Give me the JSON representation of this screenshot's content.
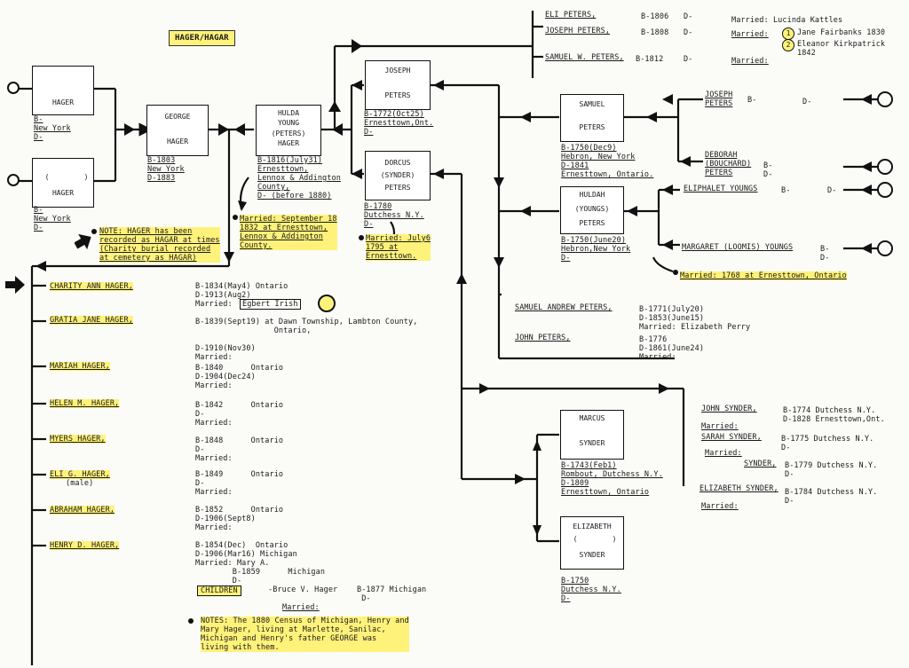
{
  "title": "HAGER/HAGAR",
  "boxes": {
    "hager1": [
      "HAGER"
    ],
    "hager2": [
      "(",
      ")",
      "HAGER"
    ],
    "george": [
      "GEORGE",
      "HAGER"
    ],
    "hulda": [
      "HULDA",
      "YOUNG",
      "(PETERS)",
      "HAGER"
    ],
    "joseph": [
      "JOSEPH",
      "PETERS"
    ],
    "dorcus": [
      "DORCUS",
      "(SYNDER)",
      "PETERS"
    ],
    "samuel": [
      "SAMUEL",
      "PETERS"
    ],
    "huldah": [
      "HULDAH",
      "(YOUNGS)",
      "PETERS"
    ],
    "marcus": [
      "MARCUS",
      "SYNDER"
    ],
    "elizabeth": [
      "ELIZABETH",
      "(",
      ")",
      "SYNDER"
    ]
  },
  "texts": {
    "hager1_info": "B-\nNew York\nD-",
    "hager2_info": "B-\nNew York\nD-",
    "george_info": "B-1803\nNew York\nD-1883",
    "hulda_info": "B-1816(July31)\nErnesttown,\nLennox & Addington\nCounty,\nD- (before 1880)",
    "hulda_married": "Married: September 18\n1832 at Ernesttown,\nLennox & Addington\nCounty.",
    "joseph_info": "B-1772(Oct25)\nErnesttown,Ont.\nD-",
    "dorcus_info": "B-1780\nDutchess N.Y.\nD-",
    "dorcus_married": "Married: July6\n1795 at\nErnesttown.",
    "samuel_info": "B-1750(Dec9)\nHebron, New York\nD-1841\nErnesttown, Ontario.",
    "huldah_info": "B-1750(June20)\nHebron,New York\nD-",
    "huldah_married": "Married: 1768 at Ernesttown, Ontario",
    "marcus_info": "B-1743(Feb1)\nRombout, Dutchess N.Y.\nD-1809\nErnesttown, Ontario",
    "elizabeth_info": "B-1750\nDutchess N.Y.\nD-",
    "note": "NOTE: HAGER has been\nrecorded as HAGAR at times\n(Charity burial recorded\nat cemetery as HAGAR)",
    "eli_peters": "ELI PETERS,",
    "eli_b": "B-1806",
    "eli_d": "D-",
    "eli_married": "Married: Lucinda Kattles",
    "joseph_peters": "JOSEPH PETERS,",
    "joseph_b": "B-1808",
    "joseph_d": "D-",
    "joseph_married": "Married:",
    "spouse1": "Jane Fairbanks 1830",
    "spouse2": "Eleanor Kirkpatrick\n1842",
    "samuel_w": "SAMUEL W. PETERS,",
    "samuel_w_b": "B-1812",
    "samuel_w_d": "D-",
    "samuel_w_married": "Married:",
    "joseph_peters_box": "JOSEPH\nPETERS",
    "joseph_peters_box_b": "B-",
    "joseph_peters_box_d": "D-",
    "deborah": "DEBORAH\n(BOUCHARD)\nPETERS",
    "deborah_bd": "B-\nD-",
    "eliphalet": "ELIPHALET YOUNGS",
    "eliphalet_b": "B-",
    "eliphalet_d": "D-",
    "margaret": "MARGARET (LOOMIS) YOUNGS",
    "margaret_bd": "B-\nD-",
    "samuel_andrew": "SAMUEL ANDREW PETERS,",
    "samuel_andrew_info": "B-1771(July20)\nD-1853(June15)\nMarried: Elizabeth Perry",
    "john_peters": "JOHN PETERS,",
    "john_peters_info": "B-1776\nD-1861(June24)\nMarried:",
    "john_synder": "JOHN SYNDER,",
    "john_synder_info": "B-1774 Dutchess N.Y.\nD-1828 Ernesttown,Ont.",
    "jsd_married": "Married:",
    "sarah_synder": "SARAH SYNDER,",
    "sarah_synder_info": "B-1775 Dutchess N.Y.\nD-",
    "sarah_married": "Married:",
    "synder3": "SYNDER,",
    "synder3_info": "B-1779 Dutchess N.Y.\nD-",
    "elizabeth_synder": "ELIZABETH SYNDER,",
    "elizabeth_synder_info": "B-1784 Dutchess N.Y.\nD-",
    "es_married": "Married:",
    "charity": "CHARITY ANN HAGER,",
    "charity_info": "B-1834(May4) Ontario\nD-1913(Aug2)\nMarried:",
    "charity_spouse": "Egbert Irish",
    "gratia": "GRATIA JANE HAGER,",
    "gratia_info": "B-1839(Sept19) at Dawn Township, Lambton County,\n                 Ontario,\n\nD-1910(Nov30)\nMarried:",
    "mariah": "MARIAH HAGER,",
    "mariah_info": "B-1840      Ontario\nD-1904(Dec24)\nMarried:",
    "helen": "HELEN M. HAGER,",
    "helen_info": "B-1842      Ontario\nD-\nMarried:",
    "myers": "MYERS HAGER,",
    "myers_info": "B-1848      Ontario\nD-\nMarried:",
    "eli_g": "ELI G. HAGER,",
    "eli_g_male": "(male)",
    "eli_g_info": "B-1849      Ontario\nD-\nMarried:",
    "abraham": "ABRAHAM HAGER,",
    "abraham_info": "B-1852      Ontario\nD-1906(Sept8)\nMarried:",
    "henry": "HENRY D. HAGER,",
    "henry_info": "B-1854(Dec)  Ontario\nD-1906(Mar16) Michigan\nMarried: Mary A.\n        B-1859      Michigan\n        D-",
    "children": "CHILDREN",
    "bruce": "-Bruce V. Hager",
    "bruce_b": "B-1877 Michigan\n D-",
    "henry_child_married": "Married:",
    "notes": "NOTES: The 1880 Census of Michigan, Henry and\nMary Hager, living at Marlette, Sanilac,\nMichigan and Henry's father GEORGE was\nliving with them."
  },
  "circle_numbers": [
    "1",
    "2"
  ],
  "colors": {
    "highlight": "#fff27a",
    "ink": "#111111",
    "paper": "#fbfbf8"
  },
  "icons": [
    "pointer-arrow-icon",
    "open-circle-icon",
    "bullet-icon"
  ]
}
